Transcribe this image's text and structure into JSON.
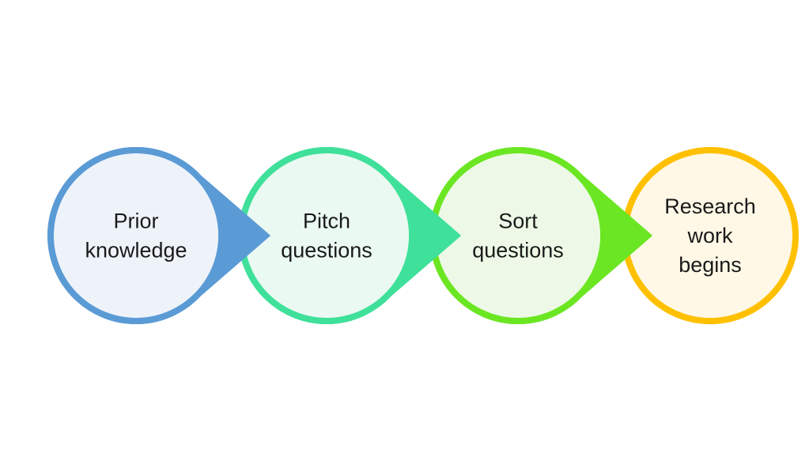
{
  "steps": [
    {
      "id": "prior-knowledge",
      "lines": [
        "Prior",
        "knowledge"
      ],
      "stroke": "#5b9bd5",
      "fill": "#eef3fa"
    },
    {
      "id": "pitch-questions",
      "lines": [
        "Pitch",
        "questions"
      ],
      "stroke": "#3fe09a",
      "fill": "#eaf9f1"
    },
    {
      "id": "sort-questions",
      "lines": [
        "Sort",
        "questions"
      ],
      "stroke": "#6be623",
      "fill": "#edf9e6"
    },
    {
      "id": "research-work-begins",
      "lines": [
        "Research",
        "work",
        "begins"
      ],
      "stroke": "#ffc000",
      "fill": "#fff8e6"
    }
  ]
}
